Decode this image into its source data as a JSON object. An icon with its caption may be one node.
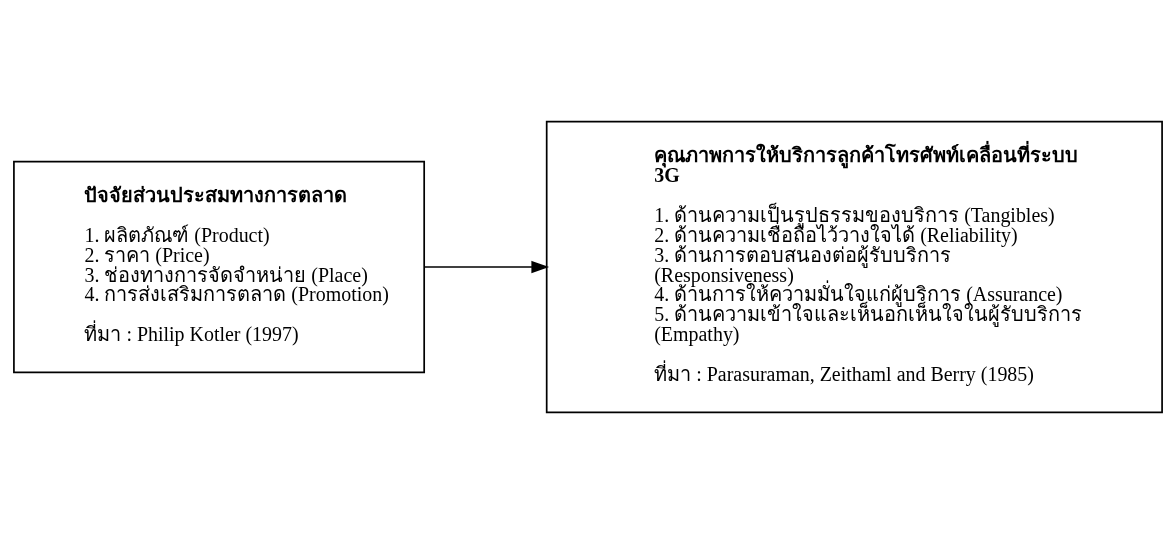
{
  "diagram": {
    "nodes": [
      {
        "text": [
          "ปัจจัยส่วนประสมทางการตลาด",
          "1. ผลิตภัณฑ์ (Product)",
          "2. ราคา (Price)",
          "3. ช่องทางการจัดจำหน่าย (Place)",
          "4. การส่งเสริมการตลาด (Promotion)",
          "ที่มา : Philip Kotler (1997)"
        ]
      },
      {
        "text": [
          "คุณภาพการให้บริการลูกค้าโทรศัพท์เคลื่อนที่ระบบ 3G",
          "1. ด้านความเป็นรูปธรรมของบริการ (Tangibles)",
          "2. ด้านความเชื่อถือไว้วางใจได้ (Reliability)",
          "3. ด้านการตอบสนองต่อผู้รับบริการ (Responsiveness)",
          "4. ด้านการให้ความมั่นใจแก่ผู้บริการ (Assurance)",
          "5. ด้านความเข้าใจและเห็นอกเห็นใจในผู้รับบริการ (Empathy)",
          "ที่มา : Parasuraman, Zeithaml and Berry (1985)"
        ]
      }
    ],
    "edges": [
      {
        "from": 0,
        "to": 1,
        "arrow": "to"
      }
    ]
  }
}
